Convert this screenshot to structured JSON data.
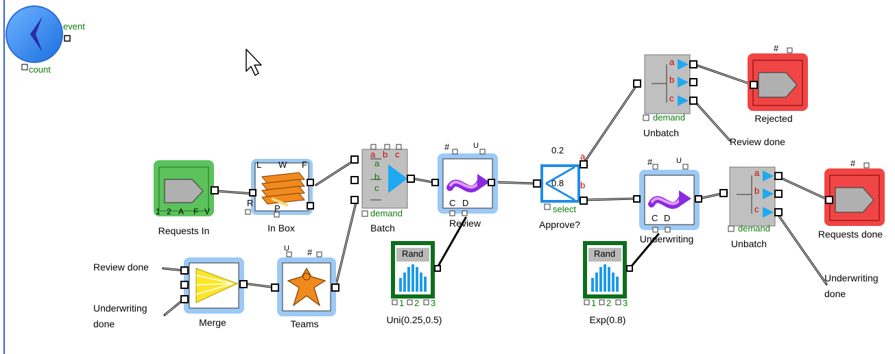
{
  "event_counter": {
    "event_label": "event",
    "count_label": "count"
  },
  "blocks": {
    "requests_in": {
      "label": "Requests  In",
      "ports": [
        "1",
        "2",
        "A",
        "F",
        "V"
      ]
    },
    "in_box": {
      "label": "In Box",
      "ports": [
        "L",
        "W",
        "F",
        "R",
        "P"
      ]
    },
    "batch": {
      "label": "Batch",
      "ports": [
        "a",
        "b",
        "c"
      ],
      "demand": "demand"
    },
    "review": {
      "label": "Review",
      "top": [
        "#",
        "U"
      ],
      "bottom": [
        "C",
        "D"
      ]
    },
    "approve": {
      "label": "Approve?",
      "select": "select",
      "prob_top": "0.2",
      "prob_bottom": "0.8",
      "out_a": "a",
      "out_b": "b"
    },
    "underwriting": {
      "label": "Underwriting",
      "top": [
        "#",
        "U"
      ],
      "bottom": [
        "C",
        "D"
      ]
    },
    "unbatch_top": {
      "label": "Unbatch",
      "ports": [
        "a",
        "b",
        "c"
      ],
      "demand": "demand"
    },
    "unbatch_bottom": {
      "label": "Unbatch",
      "ports": [
        "a",
        "b",
        "c"
      ],
      "demand": "demand"
    },
    "rejected": {
      "label": "Rejected",
      "top": "#"
    },
    "requests_done": {
      "label": "Requests done",
      "top": "#"
    },
    "merge": {
      "label": "Merge"
    },
    "teams": {
      "label": "Teams",
      "top": [
        "U",
        "#"
      ]
    },
    "rand_uni": {
      "title": "Rand",
      "label": "Uni(0.25,0.5)",
      "ports": [
        "1",
        "2",
        "3"
      ]
    },
    "rand_exp": {
      "title": "Rand",
      "label": "Exp(0.8)",
      "ports": [
        "1",
        "2",
        "3"
      ]
    }
  },
  "text_labels": {
    "review_done_top": "Review done",
    "review_done_left": "Review done",
    "underwriting_done_left_1": "Underwriting",
    "underwriting_done_left_2": "done",
    "underwriting_done_right_1": "Underwriting",
    "underwriting_done_right_2": "done"
  },
  "colors": {
    "source_green": "#5cc25c",
    "exit_red": "#f04545",
    "activity_blue": "#9cc9f5",
    "rand_green": "#0f6e1e",
    "gray_block": "#b8b8b8",
    "wire": "#000000",
    "label_green": "#0a7a0a",
    "label_red": "#cc0000"
  },
  "icons": [
    "executive-clock-icon",
    "mouse-pointer-icon"
  ]
}
